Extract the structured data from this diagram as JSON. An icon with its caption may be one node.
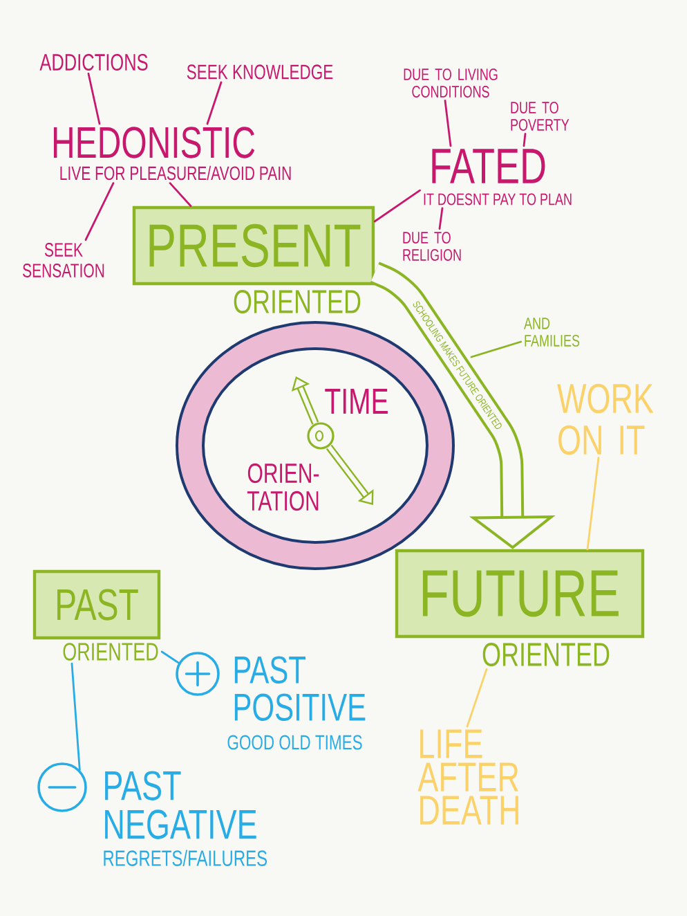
{
  "diagram": {
    "nodes": [
      {
        "text": [
          "ADDICTIONS"
        ]
      },
      {
        "text": [
          "SEEK KNOWLEDGE"
        ]
      },
      {
        "text": [
          "DUE TO LIVING CONDITIONS"
        ]
      },
      {
        "text": [
          "DUE TO POVERTY"
        ]
      },
      {
        "text": [
          "HEDONISTIC",
          "LIVE FOR PLEASURE/AVOID PAIN"
        ]
      },
      {
        "text": [
          "FATED",
          "IT DOESNT PAY TO PLAN"
        ]
      },
      {
        "text": [
          "PRESENT",
          "ORIENTED"
        ]
      },
      {
        "text": [
          "SEEK SENSATION"
        ]
      },
      {
        "text": [
          "DUE TO RELIGION"
        ]
      },
      {
        "text": [
          "AND FAMILIES"
        ]
      },
      {
        "text": [
          "TIME",
          "ORIEN-TATION"
        ]
      },
      {
        "text": [
          "WORK ON IT"
        ]
      },
      {
        "text": [
          "FUTURE",
          "ORIENTED"
        ]
      },
      {
        "text": [
          "PAST",
          "ORIENTED"
        ]
      },
      {
        "text": [
          "PAST POSITIVE",
          "GOOD OLD TIMES"
        ]
      },
      {
        "text": [
          "LIFE AFTER DEATH"
        ]
      },
      {
        "text": [
          "PAST NEGATIVE",
          "REGRETS/FAILURES"
        ]
      }
    ],
    "edges": [
      {
        "from": 0,
        "to": 4,
        "arrow": "none"
      },
      {
        "from": 1,
        "to": 4,
        "arrow": "none"
      },
      {
        "from": 7,
        "to": 4,
        "arrow": "none"
      },
      {
        "from": 4,
        "to": 6,
        "arrow": "none"
      },
      {
        "from": 2,
        "to": 5,
        "arrow": "none"
      },
      {
        "from": 3,
        "to": 5,
        "arrow": "none"
      },
      {
        "from": 8,
        "to": 5,
        "arrow": "none"
      },
      {
        "from": 5,
        "to": 6,
        "arrow": "none"
      },
      {
        "from": 6,
        "to": 12,
        "arrow": "to",
        "label": "SCHOOLING MAKES FUTURE ORIENTED",
        "style": "thick",
        "color": "#8cb524"
      },
      {
        "from": 9,
        "to": null,
        "arrow": "none",
        "color": "#8cb524"
      },
      {
        "from": 11,
        "to": 12,
        "arrow": "none",
        "color": "#fbd26a"
      },
      {
        "from": 15,
        "to": 12,
        "arrow": "none",
        "color": "#fbd26a"
      },
      {
        "from": 13,
        "to": 14,
        "arrow": "none",
        "color": "#27ace6"
      },
      {
        "from": 13,
        "to": 16,
        "arrow": "none",
        "color": "#27ace6"
      }
    ]
  }
}
